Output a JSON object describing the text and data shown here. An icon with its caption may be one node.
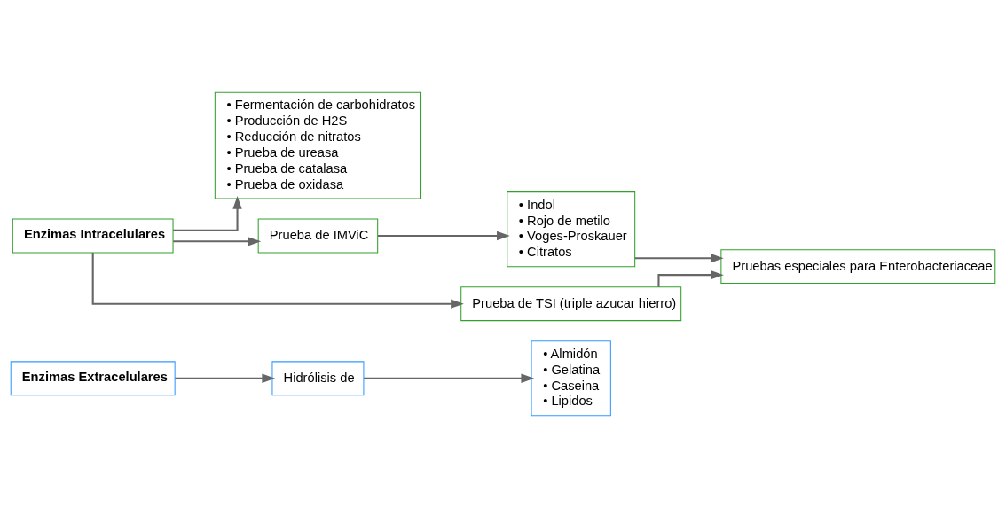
{
  "diagram": {
    "nodes": [
      {
        "text": [
          "Enzimas Extracelulares"
        ]
      },
      {
        "text": [
          "Hidrólisis de"
        ]
      },
      {
        "text": [
          "• Almidón",
          "• Gelatina",
          "• Caseina",
          "• Lipidos"
        ]
      },
      {
        "text": [
          "Enzimas Intracelulares"
        ]
      },
      {
        "text": [
          "• Fermentación de carbohidratos",
          "• Producción de H2S",
          "• Reducción de nitratos",
          "• Prueba de ureasa",
          "• Prueba de catalasa",
          "• Prueba de oxidasa"
        ]
      },
      {
        "text": [
          "Prueba de IMViC"
        ]
      },
      {
        "text": [
          "• Indol",
          "• Rojo de metilo",
          "• Voges-Proskauer",
          "• Citratos"
        ]
      },
      {
        "text": [
          "Prueba de TSI (triple azucar hierro)"
        ]
      },
      {
        "text": [
          "Pruebas especiales para Enterobacteriaceae"
        ]
      }
    ],
    "edges": [
      {
        "from": 0,
        "to": 1,
        "arrow": "to"
      },
      {
        "from": 1,
        "to": 2,
        "arrow": "to"
      },
      {
        "from": 3,
        "to": 4,
        "arrow": "to"
      },
      {
        "from": 3,
        "to": 5,
        "arrow": "to"
      },
      {
        "from": 3,
        "to": 7,
        "arrow": "to"
      },
      {
        "from": 5,
        "to": 6,
        "arrow": "to"
      },
      {
        "from": 6,
        "to": 8,
        "arrow": "to"
      },
      {
        "from": 7,
        "to": 8,
        "arrow": "to"
      }
    ]
  }
}
